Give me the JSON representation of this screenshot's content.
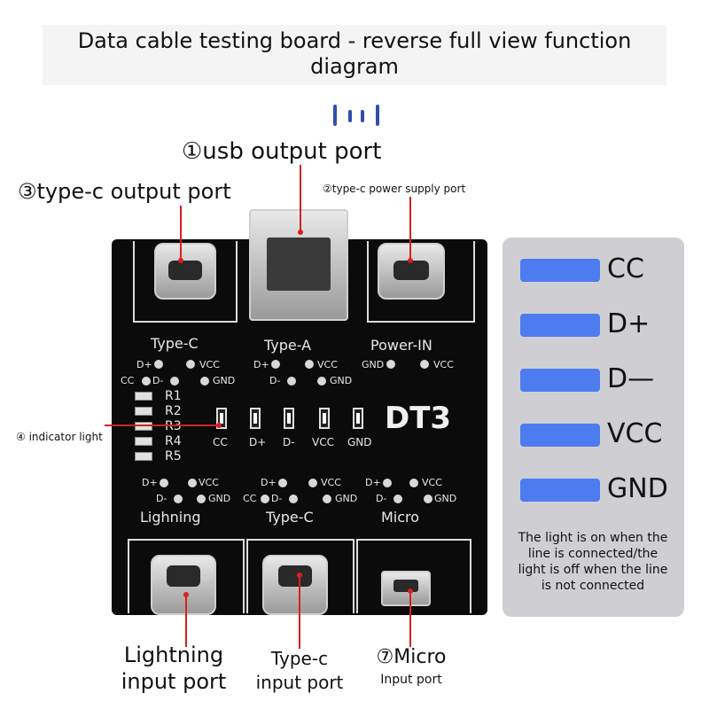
{
  "title": "Data cable testing board - reverse full view function diagram",
  "labels": {
    "usb_output": "①usb output port",
    "typec_output": "③type-c output port",
    "typec_power": "②type-c power supply port",
    "indicator": "④ indicator light",
    "lightning_input_1": "Lightning",
    "lightning_input_2": "input port",
    "typec_input_1": "Type-c",
    "typec_input_2": "input port",
    "micro_input_1": "⑦Micro",
    "micro_input_2": "Input port"
  },
  "board": {
    "model": "DT3",
    "top_ports": [
      "Type-C",
      "Type-A",
      "Power-IN"
    ],
    "bottom_ports": [
      "Lighning",
      "Type-C",
      "Micro"
    ],
    "pins": {
      "dp": "D+",
      "dm": "D-",
      "cc": "CC",
      "vcc": "VCC",
      "gnd": "GND"
    },
    "resistors": [
      "R1",
      "R2",
      "R3",
      "R4",
      "R5"
    ],
    "leds": [
      "CC",
      "D+",
      "D-",
      "VCC",
      "GND"
    ]
  },
  "legend": {
    "items": [
      "CC",
      "D+",
      "D—",
      "VCC",
      "GND"
    ],
    "swatch_color": "#4d7cf0",
    "note": "The light is on when the line is connected/the light is off when the line is not connected"
  }
}
